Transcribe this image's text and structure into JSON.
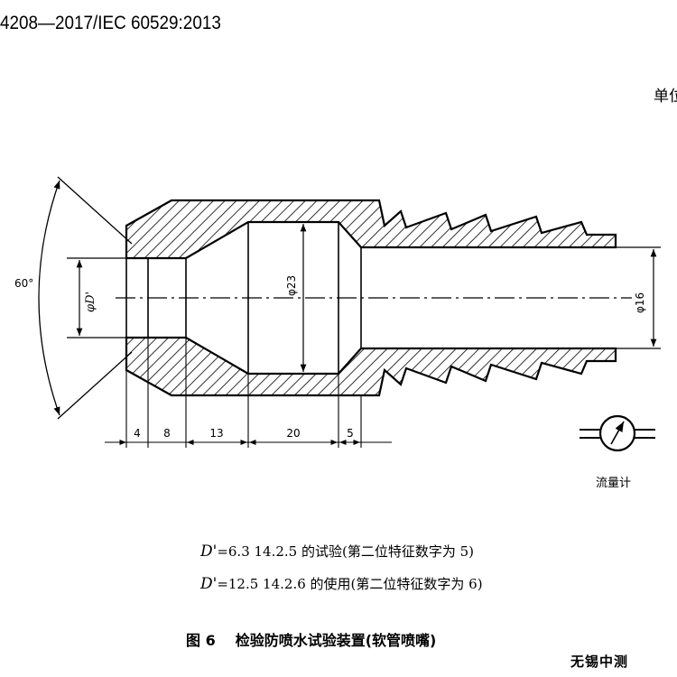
{
  "header": {
    "standard": "4208—2017/IEC 60529:2013",
    "unit": "单位"
  },
  "drawing": {
    "angle_label": "60°",
    "diameter_bore": "φD'",
    "diameter_mid": "φ23",
    "diameter_outlet": "φ16",
    "dims": [
      "4",
      "8",
      "13",
      "20",
      "5"
    ],
    "flowmeter_label": "流量计"
  },
  "notes": [
    {
      "var": "D'",
      "text": "=6.3 14.2.5 的试验(第二位特征数字为 5)"
    },
    {
      "var": "D'",
      "text": "=12.5 14.2.6 的使用(第二位特征数字为 6)"
    }
  ],
  "caption": {
    "figure": "图 6",
    "title": "检验防喷水试验装置(软管喷嘴)"
  },
  "watermark": "无锡中测"
}
